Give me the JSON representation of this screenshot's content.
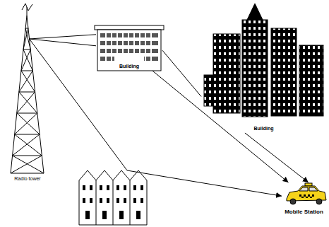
{
  "diagram": {
    "nodes": [
      {
        "text": [
          "Radio tower"
        ]
      },
      {
        "text": [
          "Building"
        ]
      },
      {
        "text": [
          "Building"
        ]
      },
      {
        "text": [
          "Mobile Station"
        ]
      }
    ],
    "edges": [
      {
        "from": 0,
        "to": 1,
        "arrow": "none"
      },
      {
        "from": 0,
        "to": 1,
        "arrow": "none"
      },
      {
        "from": 1,
        "to": 2,
        "arrow": "none"
      },
      {
        "from": 1,
        "to": 3,
        "arrow": "to"
      },
      {
        "from": 2,
        "to": 3,
        "arrow": "to"
      },
      {
        "from": 0,
        "to": 3,
        "arrow": "to"
      }
    ]
  }
}
